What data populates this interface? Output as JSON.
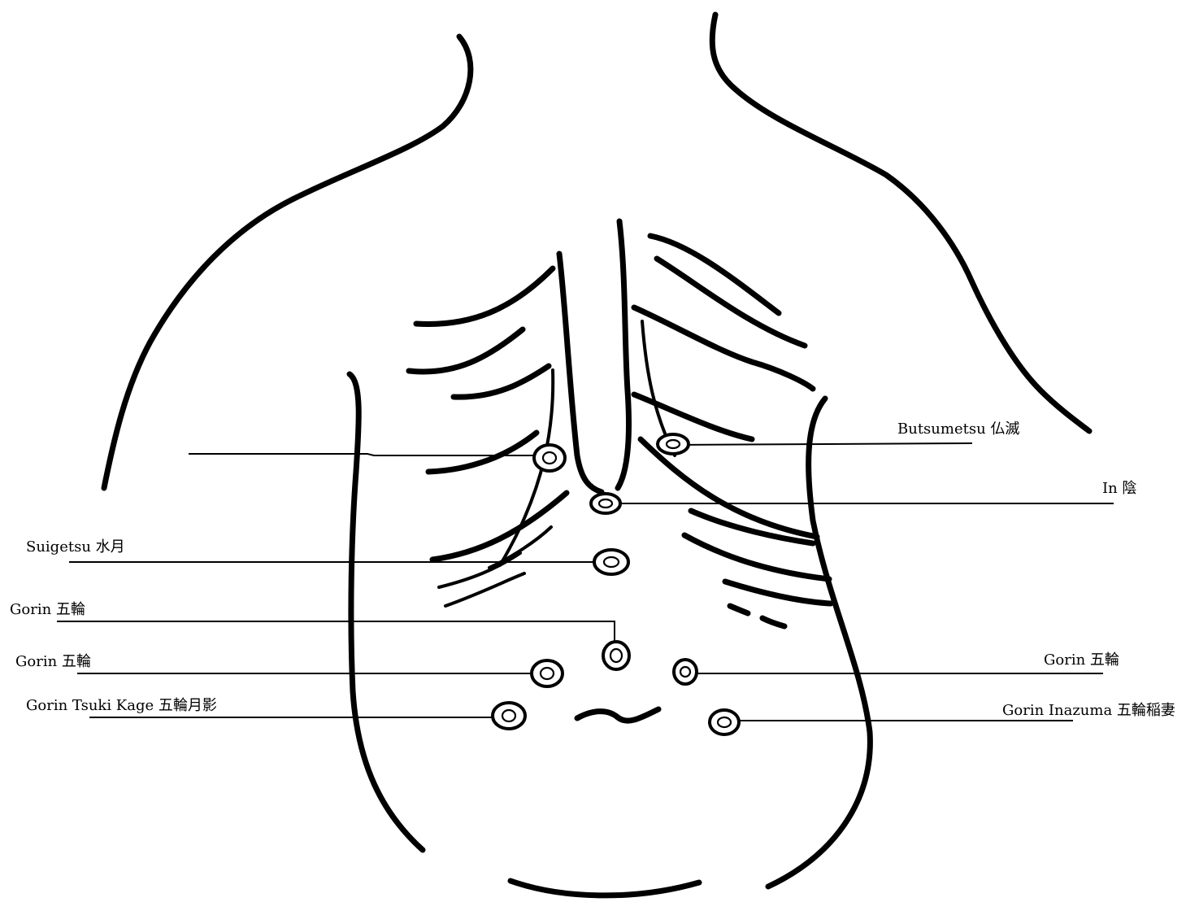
{
  "points": {
    "butsumetsu": {
      "label": "Butsumetsu 仏滅"
    },
    "in": {
      "label": "In 陰"
    },
    "suigetsu": {
      "label": "Suigetsu 水月"
    },
    "gorin_upper": {
      "label": "Gorin 五輪"
    },
    "gorin_left": {
      "label": "Gorin 五輪"
    },
    "gorin_right": {
      "label": "Gorin 五輪"
    },
    "gorin_tsuki_kage": {
      "label": "Gorin Tsuki Kage 五輪月影"
    },
    "gorin_inazuma": {
      "label": "Gorin Inazuma 五輪稲妻"
    },
    "unlabeled_left_rib": {
      "label": ""
    }
  }
}
